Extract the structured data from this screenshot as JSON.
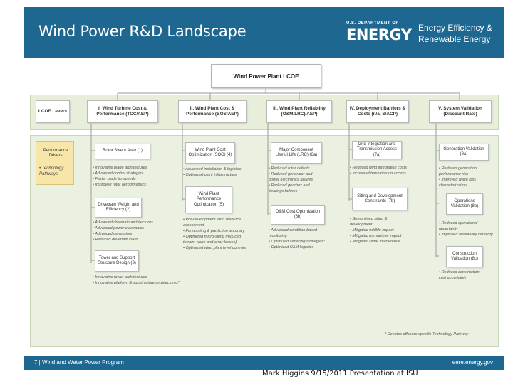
{
  "header": {
    "title": "Wind Power R&D Landscape",
    "logo_small": "U.S. DEPARTMENT OF",
    "logo_big": "ENERGY",
    "logo_sub1": "Energy Efficiency &",
    "logo_sub2": "Renewable Energy"
  },
  "diagram": {
    "root": "Wind Power Plant LCOE",
    "lcoe_levers_label": "LCOE Levers",
    "levers": [
      "I. Wind Turbine Cost & Performance (TCC/AEP)",
      "II. Wind Plant Cost & Performance (BOS/AEP)",
      "III. Wind Plant Reliability (O&M/LRC)/AEP)",
      "IV. Deployment Barriers & Costs (n/a, S/ACP)",
      "V. System Validation (Discount Rate)"
    ],
    "performance_drivers_label": "Performance Drivers",
    "technology_pathways_label": "• Technology Pathways",
    "col1": {
      "d1": "Rotor Swept Area (1)",
      "b1": [
        "• Innovative blade architectures",
        "• Advanced control strategies",
        "• Faster blade tip speeds",
        "• Improved rotor aerodynamics"
      ],
      "d2": "Drivetrain Weight and Efficiency (2)",
      "b2": [
        "• Advanced drivetrain architectures",
        "• Advanced power electronics",
        "• Advanced generators",
        "• Reduced drivetrain loads"
      ],
      "d3": "Tower and Support Structure Design (3)",
      "b3": [
        "• Innovative tower architectures",
        "• Innovative platform & substructure architectures*"
      ]
    },
    "col2": {
      "d1": "Wind Plant Cost Optimization (SOC) (4)",
      "b1": [
        "• Advanced installation & logistics",
        "• Optimized plant infrastructure"
      ],
      "d2": "Wind Plant Performance Optimization (5)",
      "b2": [
        "• Pre-development wind resource",
        "  assessment",
        "• Forecasting & prediction accuracy",
        "• Optimized micro-siting (reduced",
        "  terrain, wake and array losses)",
        "• Optimized wind plant level controls"
      ]
    },
    "col3": {
      "d1": "Major Component Useful Life (LRC) (6a)",
      "b1": [
        "• Reduced rotor defects",
        "• Reduced generator and",
        "  power electronics failures",
        "• Reduced gearbox and",
        "  bearings failures"
      ],
      "d2": "O&M Cost Optimization (6b)",
      "b2": [
        "• Advanced condition-based",
        "  monitoring",
        "• Optimized servicing strategies*",
        "• Optimized O&M logistics"
      ]
    },
    "col4": {
      "d1": "Grid Integration and Transmission Access (7a)",
      "b1": [
        "• Reduced wind integration costs",
        "• Increased transmission access"
      ],
      "d2": "Siting and Development Constraints (7b)",
      "b2": [
        "• Streamlined siting &",
        "  development",
        "• Mitigated wildlife impact",
        "• Mitigated human/use impact",
        "• Mitigated radar interference"
      ]
    },
    "col5": {
      "d1": "Generation Validation (8a)",
      "b1": [
        "• Reduced generation",
        "  performance risk",
        "• Improved wake loss",
        "  characterization"
      ],
      "d2": "Operations Validation (8b)",
      "b2": [
        "• Reduced operational",
        "  uncertainty",
        "• Improved availability certainty"
      ],
      "d3": "Construction Validation (8c)",
      "b3": [
        "• Reduced construction",
        "  cost uncertainty"
      ]
    },
    "footnote": "* Denotes offshore specific Technology Pathway"
  },
  "footer": {
    "left": "7 | Wind and Water Power Program",
    "right": "eere.energy.gov"
  },
  "caption": "Mark Higgins 9/15/2011 Presentation at ISU",
  "colors": {
    "brand_blue": "#1e6791",
    "band_green": "#e7efdb",
    "driver_yellow": "#f8e6a8"
  }
}
